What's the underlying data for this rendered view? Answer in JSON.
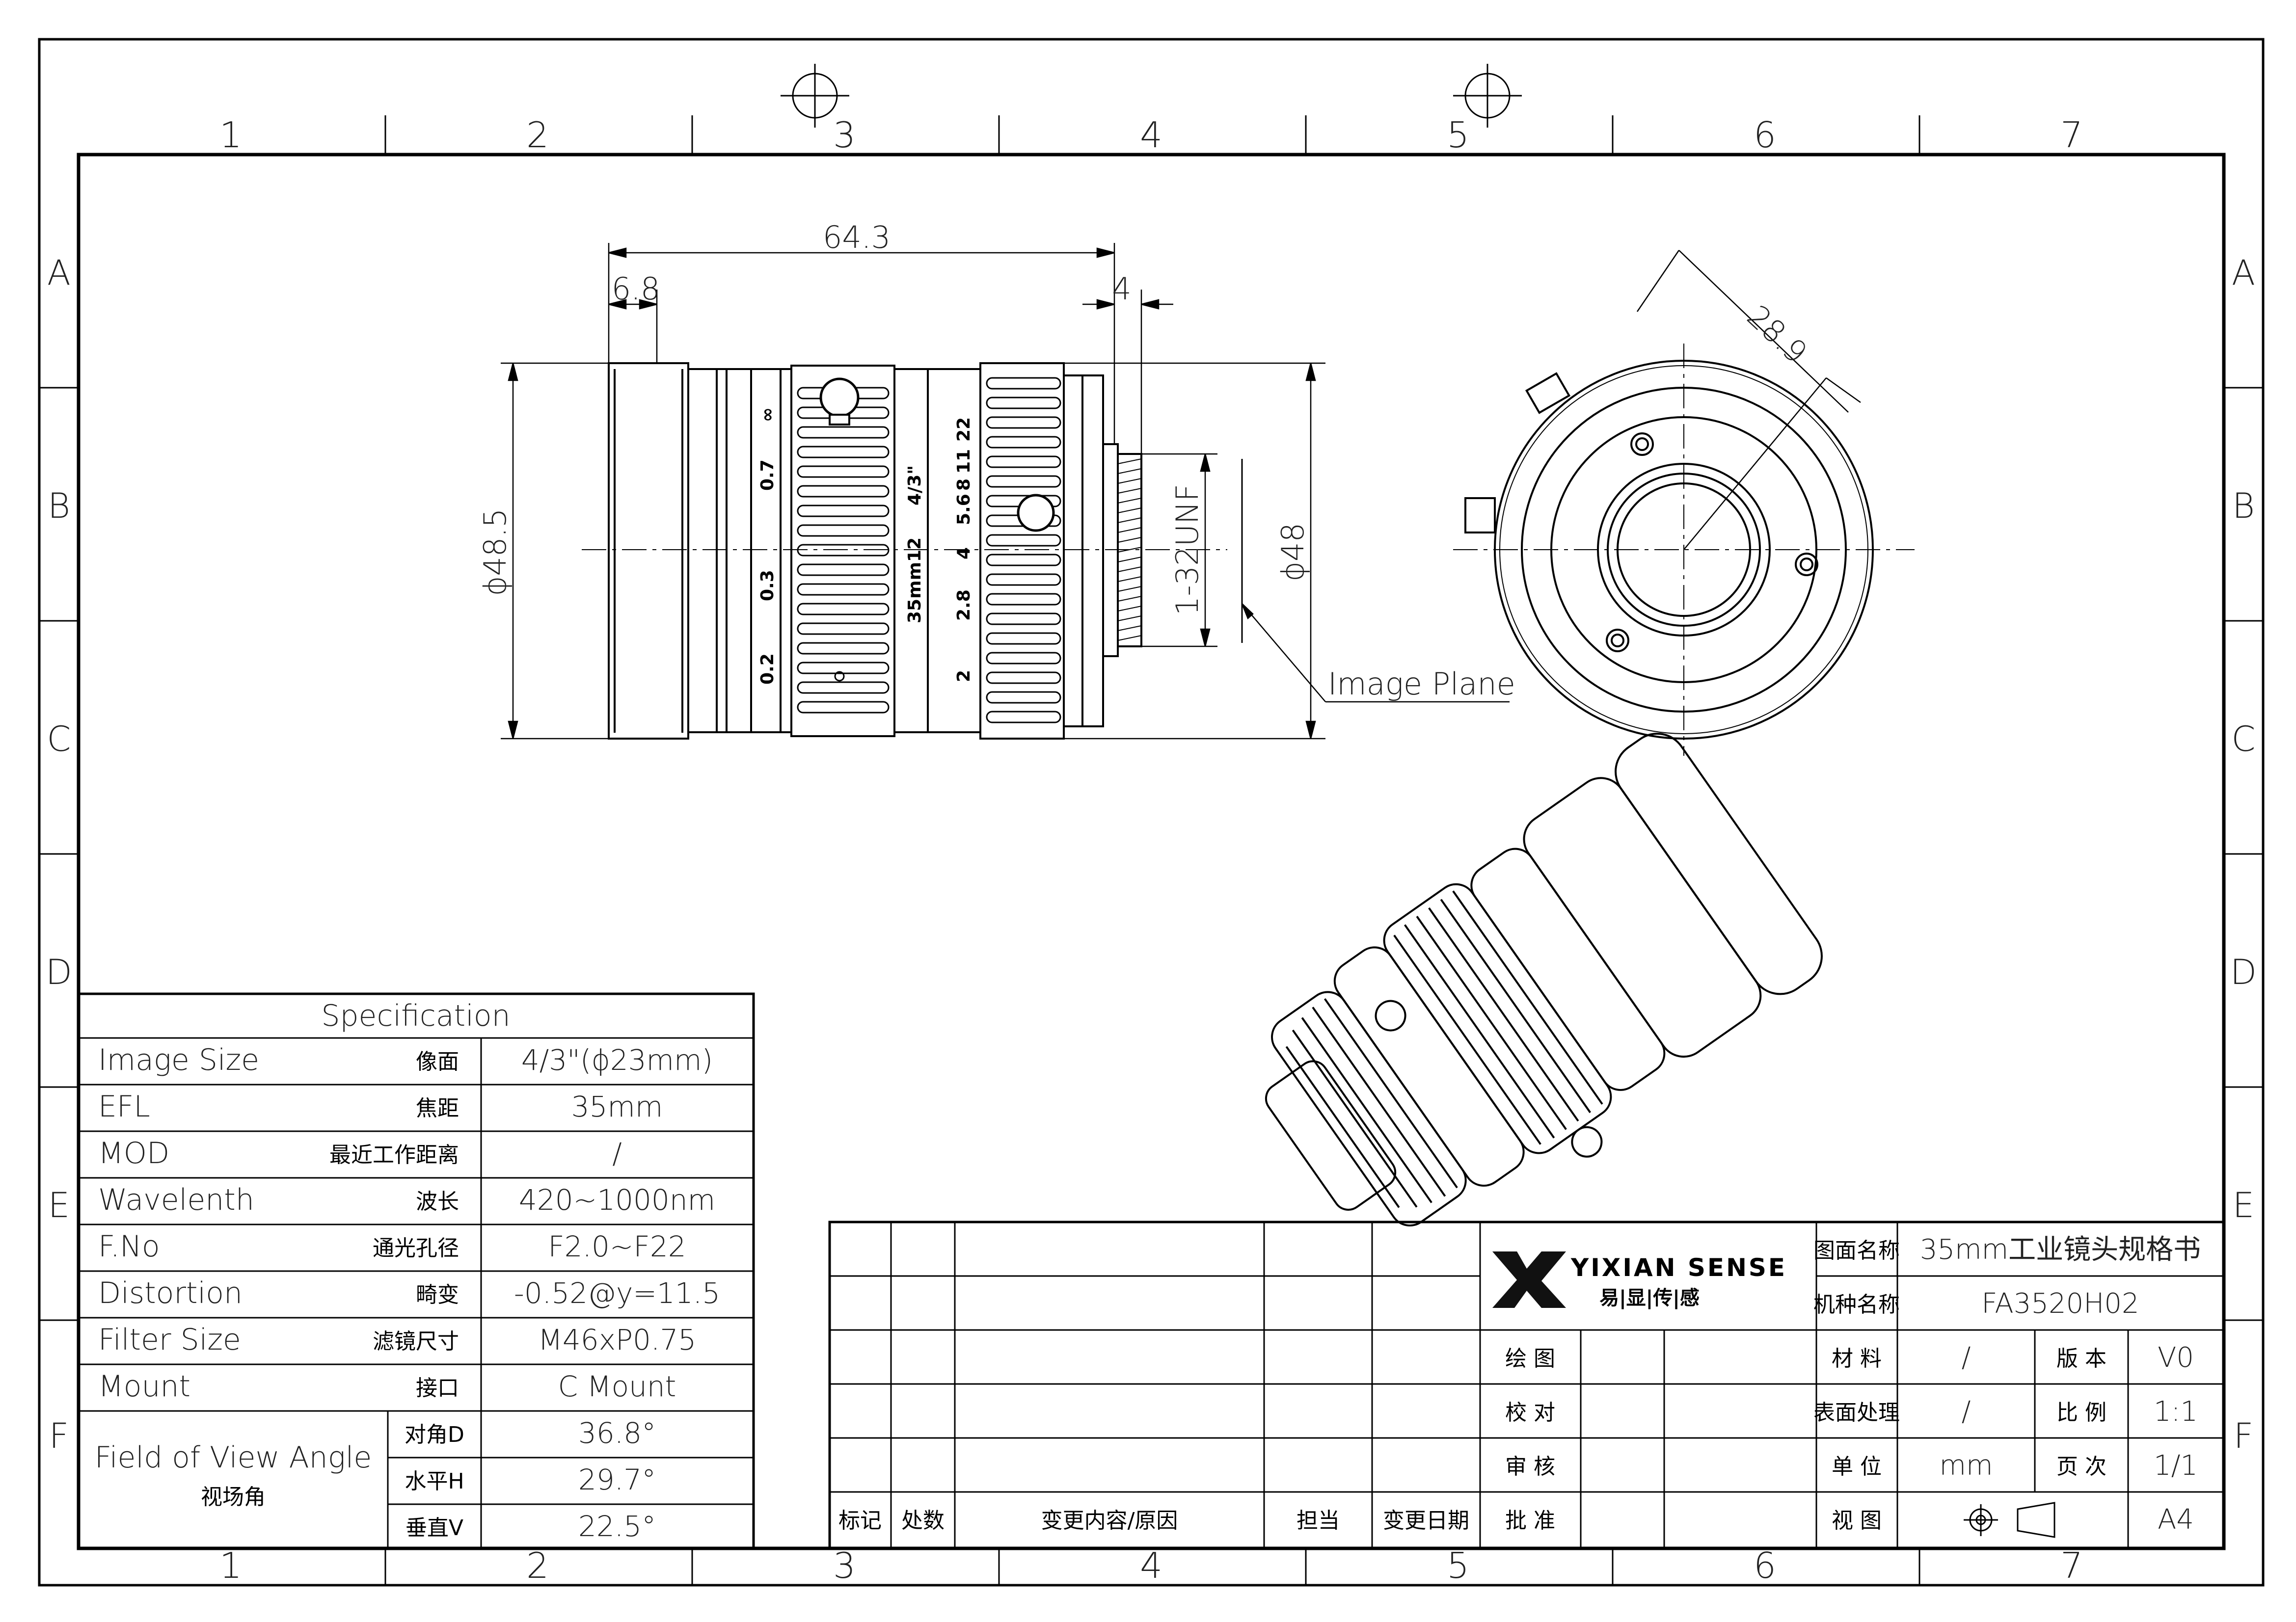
{
  "frame": {
    "columns": [
      "1",
      "2",
      "3",
      "4",
      "5",
      "6",
      "7"
    ],
    "rows": [
      "A",
      "B",
      "C",
      "D",
      "E",
      "F"
    ]
  },
  "dimensions": {
    "overall_length": "64.3",
    "front_section": "6.8",
    "back_focus": "4",
    "front_diameter": "ϕ48.5",
    "body_diameter": "ϕ48",
    "thread": "1-32UNF",
    "image_plane": "Image Plane",
    "radius": "28.9"
  },
  "lens_markings": {
    "focus_scale": [
      "∞",
      "0.7",
      "0.3",
      "0.2"
    ],
    "aperture_scale": [
      "22",
      "11",
      "8",
      "5.6",
      "4",
      "2.8",
      "2"
    ],
    "model": "35mm",
    "format": "4/3\"",
    "center": "12"
  },
  "spec": {
    "title": "Specification",
    "rows": [
      {
        "en": "Image Size",
        "cn": "像面",
        "value": "4/3\"(ϕ23mm)"
      },
      {
        "en": "EFL",
        "cn": "焦距",
        "value": "35mm"
      },
      {
        "en": "MOD",
        "cn": "最近工作距离",
        "value": "/"
      },
      {
        "en": "Wavelenth",
        "cn": "波长",
        "value": "420~1000nm"
      },
      {
        "en": "F.No",
        "cn": "通光孔径",
        "value": "F2.0~F22"
      },
      {
        "en": "Distortion",
        "cn": "畸变",
        "value": "-0.52@y=11.5"
      },
      {
        "en": "Filter Size",
        "cn": "滤镜尺寸",
        "value": "M46xP0.75"
      },
      {
        "en": "Mount",
        "cn": "接口",
        "value": "C Mount"
      }
    ],
    "fov": {
      "en": "Field of View Angle",
      "cn": "视场角",
      "rows": [
        {
          "label": "对角D",
          "value": "36.8°"
        },
        {
          "label": "水平H",
          "value": "29.7°"
        },
        {
          "label": "垂直V",
          "value": "22.5°"
        }
      ]
    }
  },
  "title_block": {
    "brand_en": "YIXIAN SENSE",
    "brand_cn": "易|显|传|感",
    "revision_headers": [
      "标记",
      "处数",
      "变更内容/原因",
      "担当",
      "变更日期"
    ],
    "approvals": [
      "绘 图",
      "校 对",
      "审 核",
      "批 准"
    ],
    "drawing_name_label": "图面名称",
    "drawing_name": "35mm工业镜头规格书",
    "model_label": "机种名称",
    "model": "FA3520H02",
    "material_label": "材 料",
    "material": "/",
    "version_label": "版 本",
    "version": "V0",
    "finish_label": "表面处理",
    "finish": "/",
    "scale_label": "比 例",
    "scale": "1:1",
    "unit_label": "单 位",
    "unit": "mm",
    "page_label": "页 次",
    "page": "1/1",
    "view_label": "视 图",
    "size": "A4"
  },
  "colors": {
    "line": "#000000",
    "background": "#ffffff",
    "logo": "#111111"
  }
}
